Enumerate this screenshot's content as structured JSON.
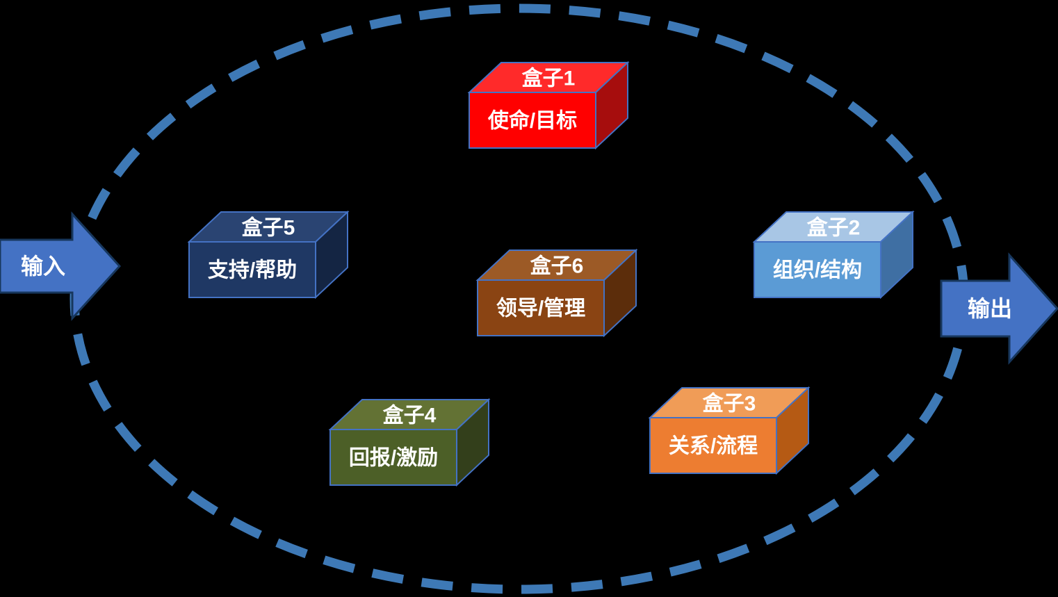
{
  "diagram": {
    "background": "#000000",
    "ellipse_color": "#3E79B6",
    "box_border_color": "#4472C4",
    "text_color": "#FFFFFF"
  },
  "arrows": {
    "input": {
      "label": "输入",
      "fill": "#4472C4",
      "border": "#17375D"
    },
    "output": {
      "label": "输出",
      "fill": "#4472C4",
      "border": "#17375D"
    }
  },
  "boxes": [
    {
      "title": "盒子1",
      "label": "使命/目标",
      "colors": {
        "top": "#FF2A2A",
        "front": "#FF0000",
        "side": "#A60D0D"
      }
    },
    {
      "title": "盒子2",
      "label": "组织/结构",
      "colors": {
        "top": "#A8C6E5",
        "front": "#5B9BD5",
        "side": "#3F6FA3"
      }
    },
    {
      "title": "盒子3",
      "label": "关系/流程",
      "colors": {
        "top": "#F09C57",
        "front": "#ED7D31",
        "side": "#B55A14"
      }
    },
    {
      "title": "盒子4",
      "label": "回报/激励",
      "colors": {
        "top": "#637234",
        "front": "#4C5F27",
        "side": "#333F1B"
      }
    },
    {
      "title": "盒子5",
      "label": "支持/帮助",
      "colors": {
        "top": "#2A4472",
        "front": "#1F3864",
        "side": "#142543"
      }
    },
    {
      "title": "盒子6",
      "label": "领导/管理",
      "colors": {
        "top": "#9C5A26",
        "front": "#8A4413",
        "side": "#5C2D0B"
      }
    }
  ]
}
